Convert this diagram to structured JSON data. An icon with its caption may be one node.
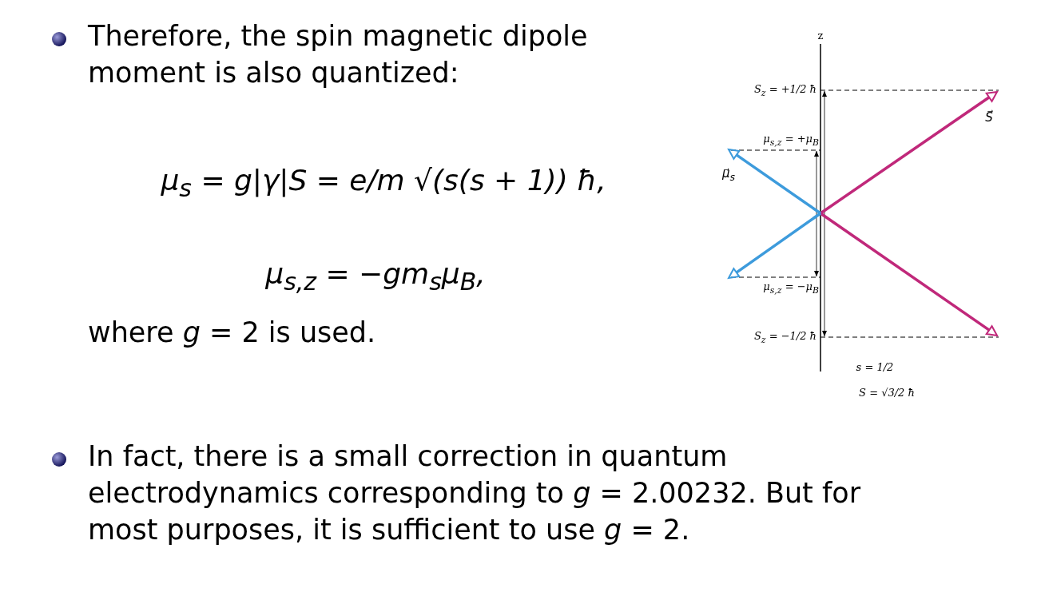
{
  "diagram": {
    "labels": [
      "Therefore, the spin magnetic dipole moment is also quantized:",
      "μ$_{s}$ = g|γ|S = e/m √(s(s + 1)) ħ,",
      "μ$_{s,z}$ = −gm$_{s}$μ$_{B}$,",
      "where *g* = 2 is used.",
      "z",
      "S$_{z}$ = +1/2 ħ",
      "μ$_{s,z}$ = +μ$_{B}$",
      "μ⃗$_{s}$",
      "S⃗",
      "μ$_{s,z}$ = −μ$_{B}$",
      "S$_{z}$ = −1/2 ħ",
      "s = 1/2",
      "S = √3/2 ħ",
      "In fact, there is a small correction in quantum electrodynamics corresponding to *g* = 2.00232. But for most purposes, it is sufficient to use *g* = 2."
    ]
  }
}
